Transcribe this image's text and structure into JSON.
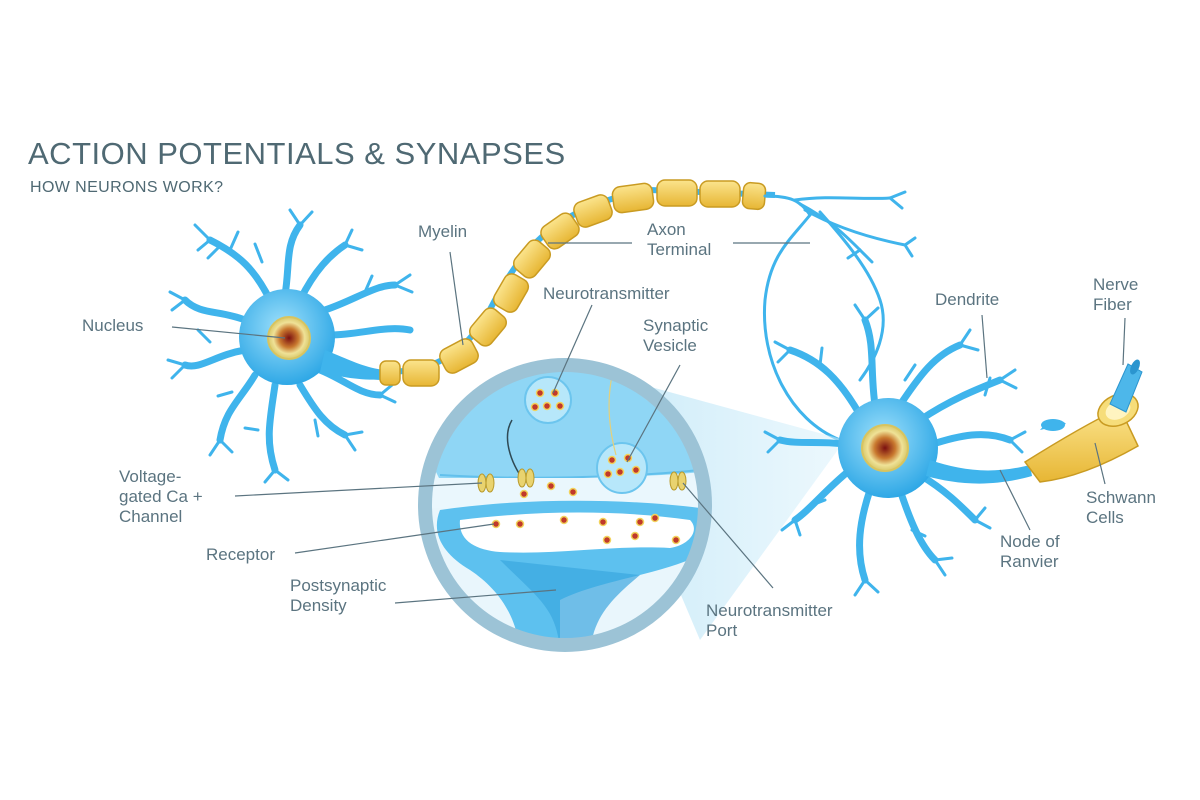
{
  "title": "ACTION POTENTIALS & SYNAPSES",
  "subtitle": "HOW NEURONS WORK?",
  "labels": {
    "myelin": "Myelin",
    "axon_terminal": [
      "Axon",
      "Terminal"
    ],
    "neurotransmitter": "Neurotransmitter",
    "synaptic_vesicle": [
      "Synaptic",
      "Vesicle"
    ],
    "nucleus": "Nucleus",
    "dendrite": "Dendrite",
    "nerve_fiber": [
      "Nerve",
      "Fiber"
    ],
    "voltage_gated": [
      "Voltage-",
      "gated Ca +",
      "Channel"
    ],
    "receptor": "Receptor",
    "postsynaptic_density": [
      "Postsynaptic",
      "Density"
    ],
    "neurotransmitter_port": [
      "Neurotransmitter",
      "Port"
    ],
    "node_of_ranvier": [
      "Node of",
      "Ranvier"
    ],
    "schwann_cells": [
      "Schwann",
      "Cells"
    ]
  },
  "colors": {
    "neuron": "#3fb4ec",
    "neuron_light": "#8fd9f8",
    "myelin": "#f4cf5a",
    "myelin_edge": "#c99b22",
    "lens_ring": "#9cc3d6",
    "lens_fill": "#e9f6fc",
    "nucleus_outer": "#f0e69a",
    "nucleus_inner": "#8a1c1c",
    "label_text": "#5b7480",
    "leader_line": "#5b7480"
  }
}
